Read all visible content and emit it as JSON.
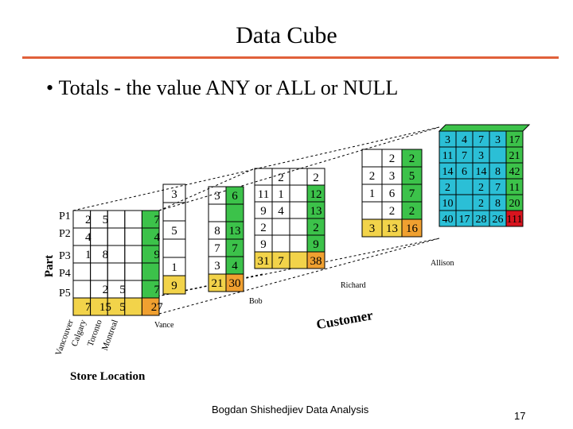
{
  "title": "Data Cube",
  "bullet": "Totals - the value ANY or ALL or NULL",
  "footer": "Bogdan Shishedjiev Data Analysis",
  "page_number": "17",
  "colors": {
    "title_rule": "#e0603a",
    "aggregate_yellow": "#f2d34a",
    "aggregate_orange": "#f0a030",
    "aggregate_green": "#3cc24a",
    "aggregate_cyan": "#2bbfd6",
    "grand_total_red": "#d8141e"
  },
  "axes": {
    "part_label": "Part",
    "store_location_label": "Store Location",
    "customer_label": "Customer"
  },
  "parts": [
    "P1",
    "P2",
    "P3",
    "P4",
    "P5"
  ],
  "stores": [
    "Vancouver",
    "Calgary",
    "Toronto",
    "Montreal"
  ],
  "customer_layers": [
    "Vance",
    "Bob",
    "Richard",
    "Allison"
  ],
  "front_slice": {
    "rows": [
      [
        "2",
        "5",
        "",
        "",
        "7"
      ],
      [
        "4",
        "",
        "",
        "",
        "4"
      ],
      [
        "1",
        "8",
        "",
        "",
        "9"
      ],
      [
        "",
        "",
        "",
        "",
        ""
      ],
      [
        "",
        "2",
        "5",
        "",
        "7"
      ]
    ],
    "totals": [
      "7",
      "15",
      "5",
      "",
      "27"
    ]
  },
  "layer1": {
    "top": [
      "3"
    ],
    "col": [
      "5",
      "1",
      "9"
    ]
  },
  "layer2": {
    "top": [
      "3",
      "6"
    ],
    "mid": [
      [
        "8",
        "13"
      ],
      [
        "7",
        "7"
      ],
      [
        "3",
        "4"
      ]
    ],
    "totals": [
      "21",
      "30"
    ]
  },
  "layer3": {
    "top": [
      "2",
      "2"
    ],
    "rows": [
      [
        "11",
        "1",
        "",
        "12"
      ],
      [
        "9",
        "4",
        "",
        "13"
      ],
      [
        "2",
        "",
        "",
        "2"
      ],
      [
        "9",
        "",
        "",
        "9"
      ]
    ],
    "totals": [
      "31",
      "7",
      "",
      "38"
    ]
  },
  "layer4": {
    "rows": [
      [
        "",
        "2",
        "2"
      ],
      [
        "2",
        "3",
        "5"
      ],
      [
        "1",
        "6",
        "7"
      ],
      [
        "",
        "2",
        "2"
      ]
    ],
    "totals": [
      "3",
      "13",
      "16"
    ]
  },
  "back_slice": {
    "rows": [
      [
        "3",
        "4",
        "7",
        "3",
        "17"
      ],
      [
        "11",
        "7",
        "3",
        "",
        "21"
      ],
      [
        "14",
        "6",
        "14",
        "8",
        "42"
      ],
      [
        "2",
        "",
        "2",
        "7",
        "11"
      ],
      [
        "10",
        "",
        "2",
        "8",
        "20"
      ]
    ],
    "totals": [
      "40",
      "17",
      "28",
      "26",
      "111"
    ]
  }
}
